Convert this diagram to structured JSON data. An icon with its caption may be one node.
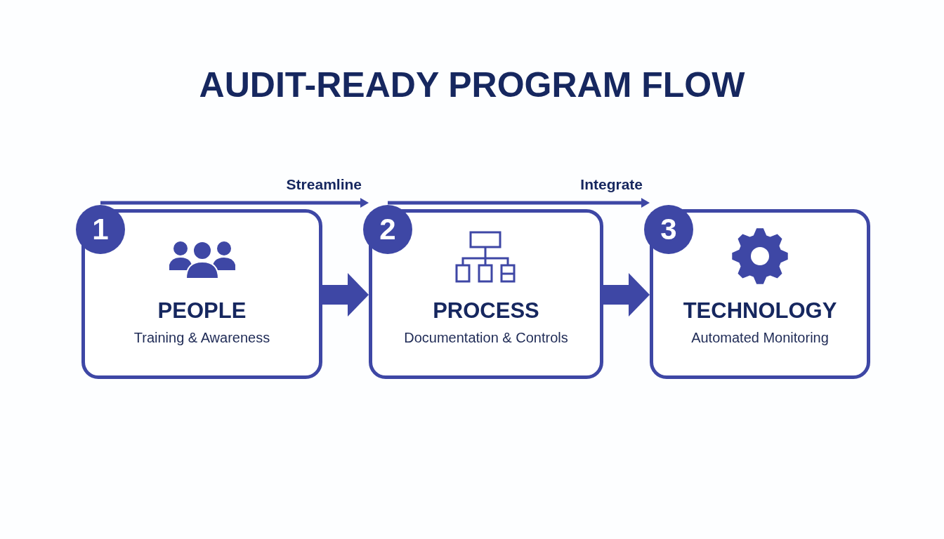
{
  "diagram": {
    "title": "AUDIT-READY PROGRAM FLOW",
    "nodes": [
      {
        "text": [
          "1"
        ],
        "in": 1
      },
      {
        "text": [
          "PEOPLE",
          "Training & Awareness"
        ]
      },
      {
        "text": [
          "2"
        ],
        "in": 3
      },
      {
        "text": [
          "PROCESS",
          "Documentation & Controls"
        ]
      },
      {
        "text": [
          "3"
        ],
        "in": 5
      },
      {
        "text": [
          "TECHNOLOGY",
          "Automated Monitoring"
        ]
      }
    ],
    "edges": [
      {
        "from": 0,
        "to": 3,
        "arrow": "to",
        "label": "Streamline"
      },
      {
        "from": 1,
        "to": 3,
        "arrow": "to",
        "style": "thick"
      },
      {
        "from": 2,
        "to": 5,
        "arrow": "to",
        "label": "Integrate"
      },
      {
        "from": 3,
        "to": 5,
        "arrow": "to",
        "style": "thick"
      }
    ]
  }
}
